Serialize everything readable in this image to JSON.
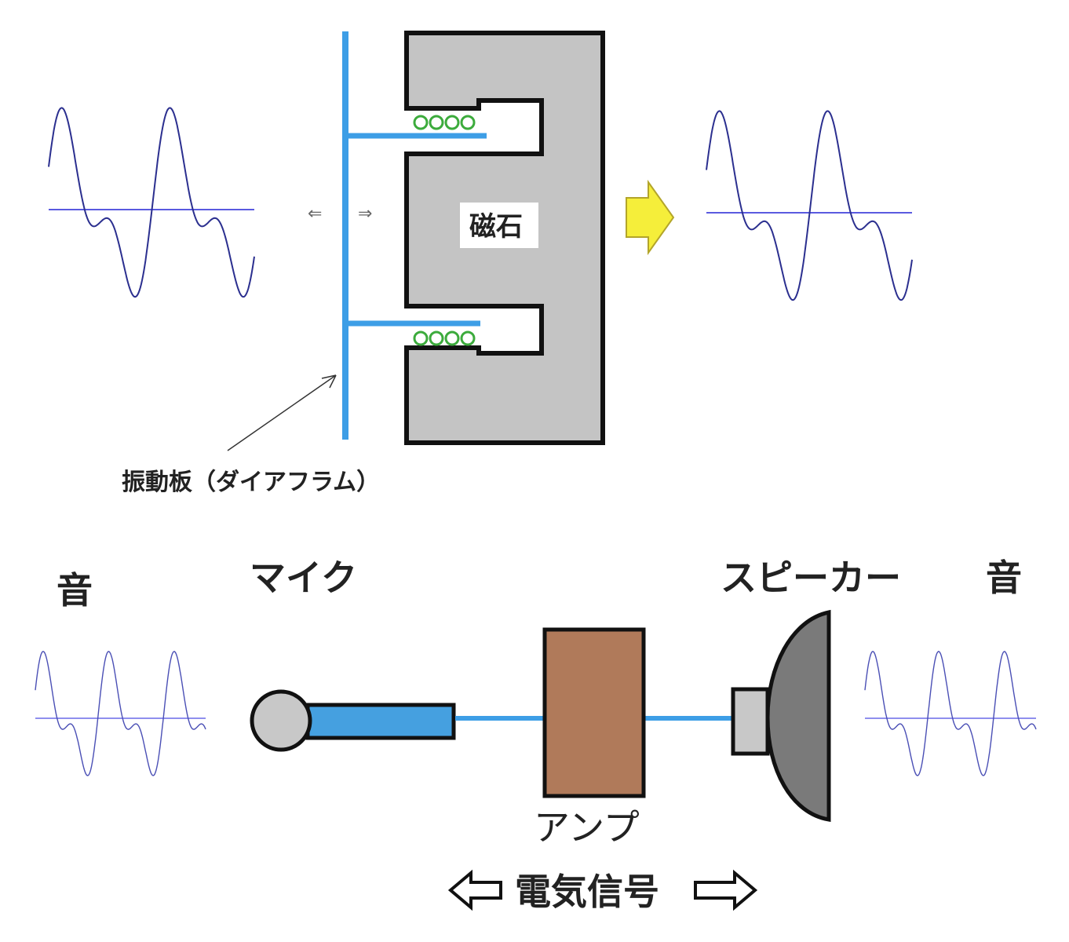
{
  "top": {
    "magnet_label": "磁石",
    "diaphragm_label": "振動板（ダイアフラム）",
    "left_motion_arrow": "⇐",
    "right_motion_arrow": "⇒"
  },
  "bottom": {
    "sound_left_label": "音",
    "mic_label": "マイク",
    "speaker_label": "スピーカー",
    "sound_right_label": "音",
    "amp_label": "アンプ",
    "signal_label": "電気信号"
  },
  "colors": {
    "wire_blue": "#3d9ee6",
    "magnet_gray": "#c4c4c4",
    "coil_green": "#3cab3c",
    "amp_brown": "#b07a5a",
    "speaker_dark": "#7a7a7a",
    "speaker_light": "#c8c8c8",
    "mic_head": "#c8c8c8",
    "mic_body": "#45a0e0",
    "arrow_yellow": "#f5ee3a",
    "wave_blue": "#2b2f8f"
  }
}
